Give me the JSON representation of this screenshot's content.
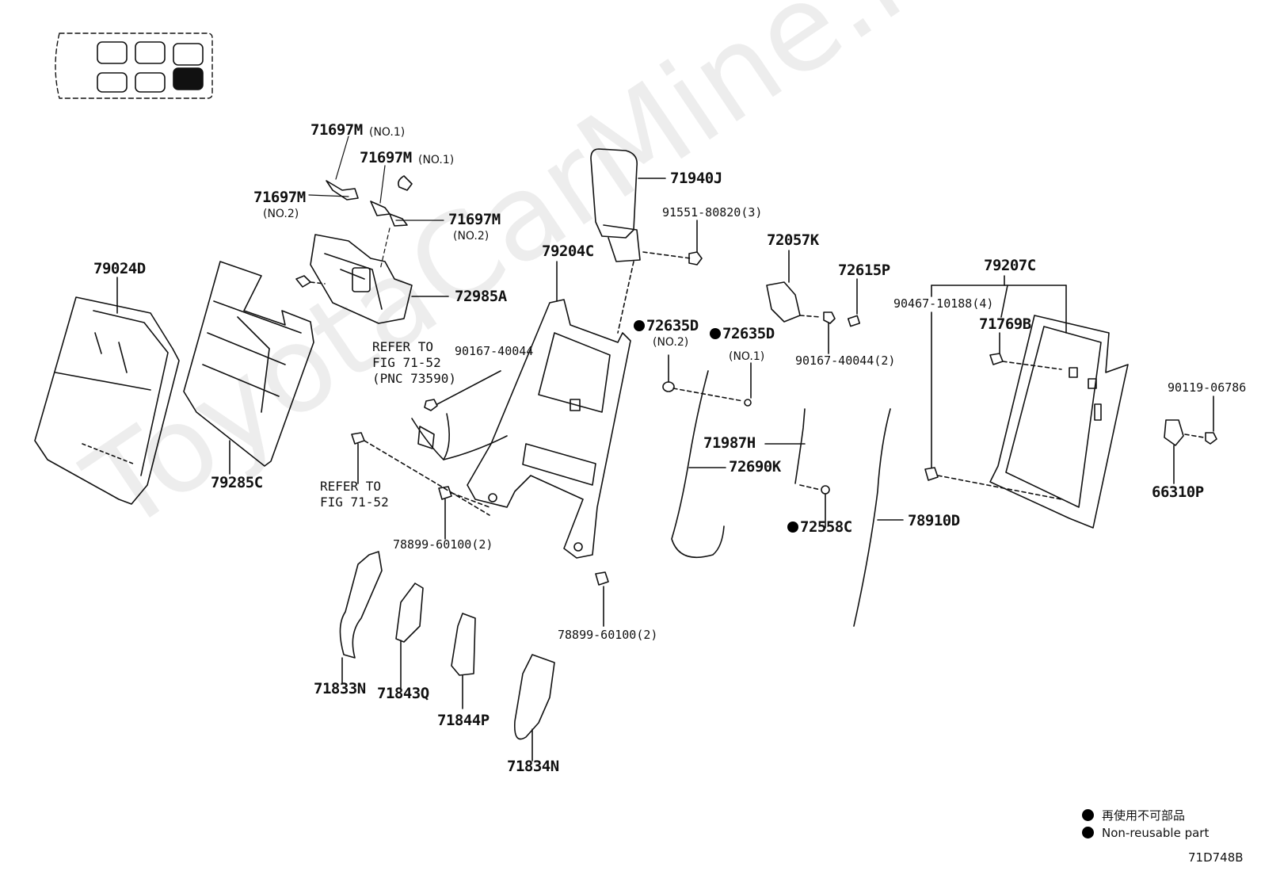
{
  "watermark": "ToyotaCarMine.ru",
  "figure_id": "71D748B",
  "legend": {
    "jp": "再使用不可部品",
    "en": "Non-reusable part"
  },
  "labels": {
    "p79024D": "79024D",
    "p79285C": "79285C",
    "p71697M_a": "71697M",
    "p71697M_a_sub": "(NO.1)",
    "p71697M_b": "71697M",
    "p71697M_b_sub": "(NO.1)",
    "p71697M_c": "71697M",
    "p71697M_c_sub": "(NO.2)",
    "p71697M_d": "71697M",
    "p71697M_d_sub": "(NO.2)",
    "p72985A": "72985A",
    "p79204C": "79204C",
    "p71940J": "71940J",
    "p91551": "91551-80820(3)",
    "p72057K": "72057K",
    "p72615P": "72615P",
    "p79207C": "79207C",
    "p90467": "90467-10188(4)",
    "p71769B": "71769B",
    "p90167_right": "90167-40044(2)",
    "p72635D_a": "72635D",
    "p72635D_a_sub": "(NO.2)",
    "p72635D_b": "72635D",
    "p72635D_b_sub": "(NO.1)",
    "p90119": "90119-06786",
    "p66310P": "66310P",
    "p71987H": "71987H",
    "p72690K": "72690K",
    "p72558C": "72558C",
    "p78910D": "78910D",
    "p90167_left": "90167-40044",
    "ref1_l1": "REFER TO",
    "ref1_l2": "FIG 71-52",
    "ref1_l3": "(PNC 73590)",
    "ref2_l1": "REFER TO",
    "ref2_l2": "FIG 71-52",
    "p78899_a": "78899-60100(2)",
    "p78899_b": "78899-60100(2)",
    "p71833N": "71833N",
    "p71843Q": "71843Q",
    "p71844P": "71844P",
    "p71834N": "71834N"
  }
}
